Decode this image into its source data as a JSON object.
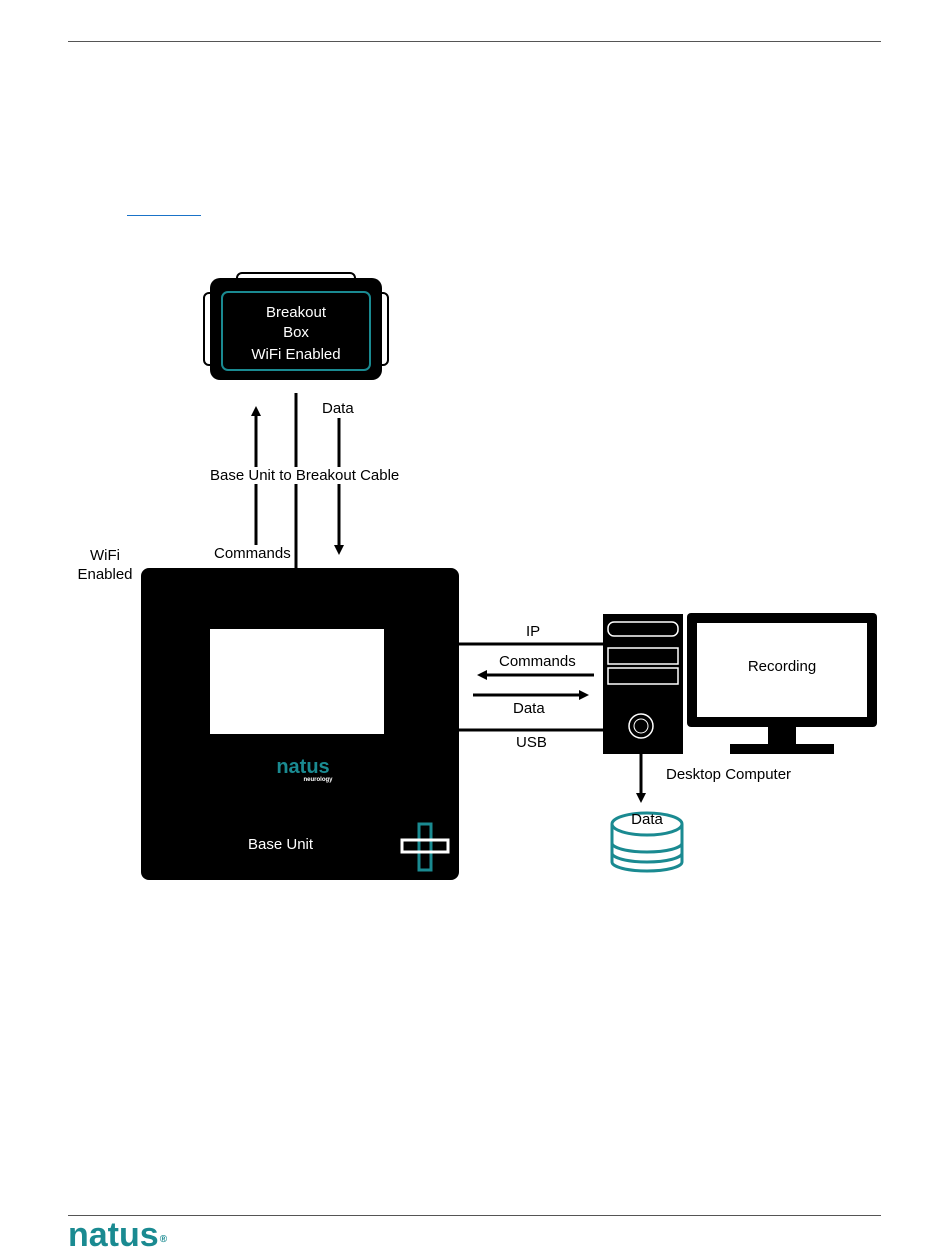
{
  "diagram": {
    "breakout_box": {
      "line1": "Breakout",
      "line2": "Box",
      "line3": "WiFi Enabled"
    },
    "cable_label": "Base Unit to Breakout Cable",
    "data_down_label": "Data",
    "commands_up_label": "Commands",
    "wifi_label_line1": "WiFi",
    "wifi_label_line2": "Enabled",
    "base_unit_label": "Base Unit",
    "base_unit_logo": "natus",
    "base_unit_logo_sub": "neurology",
    "ip_label": "IP",
    "commands_left_label": "Commands",
    "data_right_label": "Data",
    "usb_label": "USB",
    "monitor_label": "Recording",
    "computer_label": "Desktop Computer",
    "storage_label": "Data"
  },
  "footer": {
    "logo": "natus",
    "logo_mark": "®"
  },
  "colors": {
    "teal": "#1a8a91",
    "black": "#000000"
  }
}
